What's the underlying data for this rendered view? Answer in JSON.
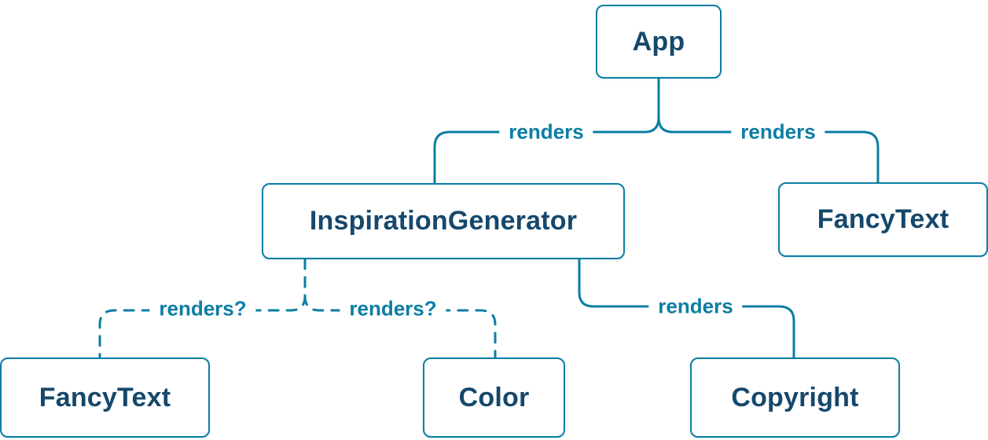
{
  "colors": {
    "accent": "#0B7EA4",
    "node_text": "#15486B",
    "background": "#FFFFFF"
  },
  "nodes": {
    "app": {
      "label": "App"
    },
    "inspiration_generator": {
      "label": "InspirationGenerator"
    },
    "fancy_text_top": {
      "label": "FancyText"
    },
    "fancy_text_bottom": {
      "label": "FancyText"
    },
    "color": {
      "label": "Color"
    },
    "copyright": {
      "label": "Copyright"
    }
  },
  "edges": {
    "app_to_inspiration": {
      "label": "renders",
      "style": "solid"
    },
    "app_to_fancytext": {
      "label": "renders",
      "style": "solid"
    },
    "inspiration_to_fancytext": {
      "label": "renders?",
      "style": "dashed"
    },
    "inspiration_to_color": {
      "label": "renders?",
      "style": "dashed"
    },
    "inspiration_to_copyright": {
      "label": "renders",
      "style": "solid"
    }
  }
}
